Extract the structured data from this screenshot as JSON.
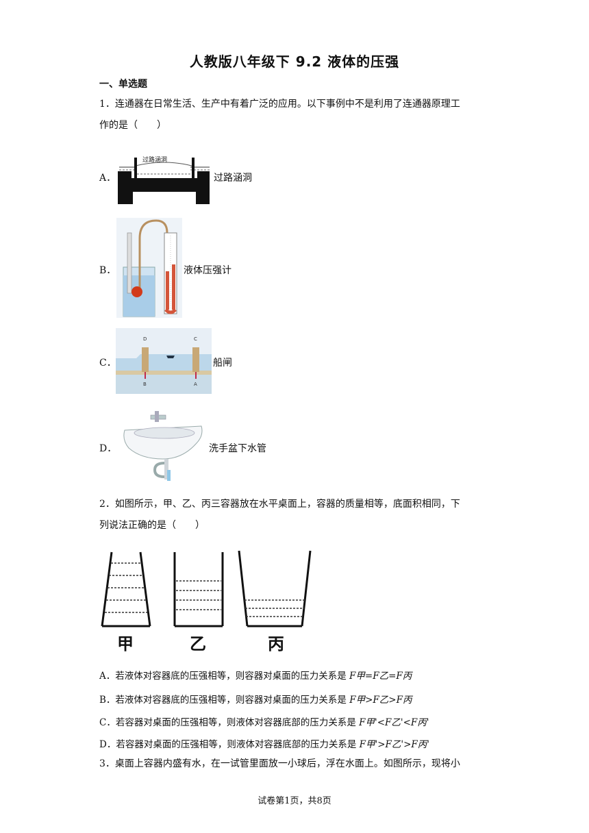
{
  "title": "人教版八年级下 9.2 液体的压强",
  "section": "一、单选题",
  "q1": {
    "line1": "1．连通器在日常生活、生产中有着广泛的应用。以下事例中不是利用了连通器原理工",
    "line2": "作的是（　　）",
    "options": [
      {
        "letter": "A．",
        "text": "过路涵洞",
        "fig_label": "过路涵洞"
      },
      {
        "letter": "B．",
        "text": "液体压强计"
      },
      {
        "letter": "C．",
        "text": "船闸",
        "fig_labels": [
          "D",
          "C",
          "B",
          "A"
        ]
      },
      {
        "letter": "D．",
        "text": "洗手盆下水管"
      }
    ]
  },
  "q2": {
    "line1": "2．如图所示，甲、乙、丙三容器放在水平桌面上，容器的质量相等，底面积相同，下",
    "line2": "列说法正确的是（　　）",
    "containers": [
      "甲",
      "乙",
      "丙"
    ],
    "choices": [
      {
        "text": "A．若液体对容器底的压强相等，则容器对桌面的压力关系是",
        "math": "F甲=F乙=F丙"
      },
      {
        "text": "B．若液体对容器底的压强相等，则容器对桌面的压力关系是",
        "math": "F甲>F乙>F丙"
      },
      {
        "text": "C．若容器对桌面的压强相等，则液体对容器底部的压力关系是",
        "math": "F甲'<F乙'<F丙'"
      },
      {
        "text": "D．若容器对桌面的压强相等，则液体对容器底部的压力关系是",
        "math": "F甲'>F乙'>F丙'"
      }
    ]
  },
  "q3": {
    "line1": "3．桌面上容器内盛有水，在一试管里面放一小球后，浮在水面上。如图所示，现将小"
  },
  "footer": "试卷第1页，共8页"
}
